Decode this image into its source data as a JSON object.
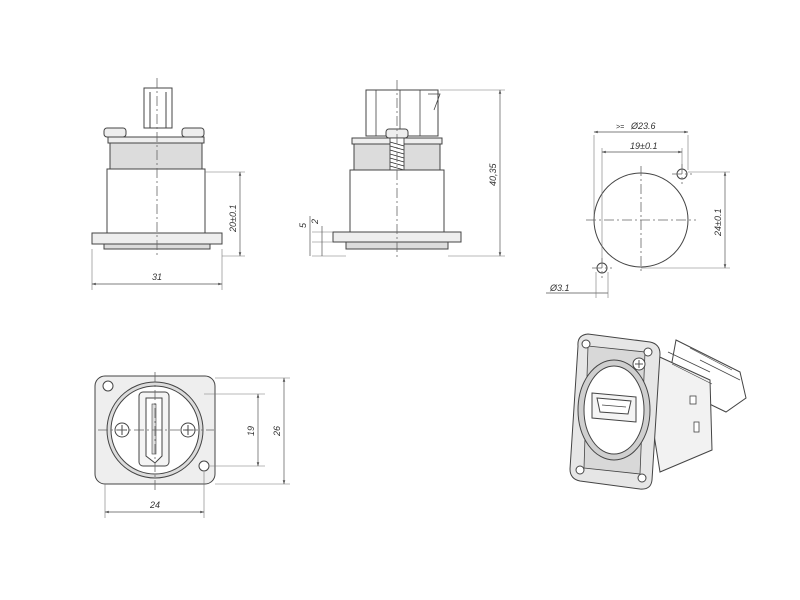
{
  "dimensions": {
    "front": {
      "width": "31",
      "height": "20±0.1"
    },
    "side": {
      "total_height": "40,35",
      "offset_a": "5",
      "offset_b": "2"
    },
    "cutout": {
      "diameter": "Ø23.6",
      "diameter_prefix": ">=",
      "hole_spacing": "19±0.1",
      "height": "24±0.1",
      "hole_diameter": "Ø3.1"
    },
    "face": {
      "hole_spacing_v": "19",
      "flange_height": "26",
      "flange_width": "24"
    }
  },
  "colors": {
    "line": "#444444",
    "fill_light": "#eeeeee",
    "fill_dark": "#dcdcdc",
    "background": "#ffffff"
  }
}
